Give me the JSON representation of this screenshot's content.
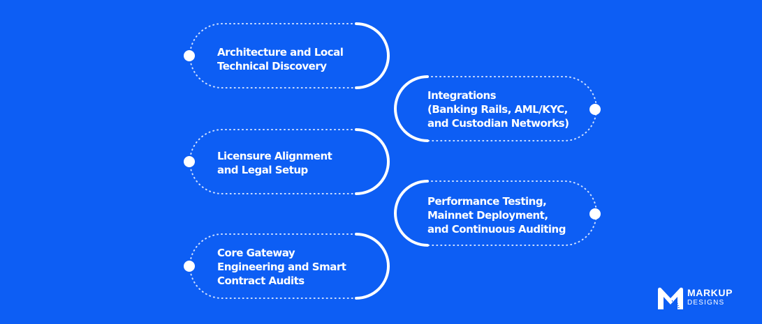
{
  "diagram": {
    "steps": [
      {
        "id": "step-1",
        "side": "left",
        "text": "Architecture and Local\nTechnical Discovery"
      },
      {
        "id": "step-2",
        "side": "right",
        "text": "Integrations\n(Banking Rails, AML/KYC,\nand Custodian Networks)"
      },
      {
        "id": "step-3",
        "side": "left",
        "text": " Licensure Alignment\nand Legal Setup"
      },
      {
        "id": "step-4",
        "side": "right",
        "text": "Performance Testing,\nMainnet Deployment,\nand Continuous Auditing"
      },
      {
        "id": "step-5",
        "side": "left",
        "text": "Core Gateway\nEngineering and Smart\nContract Audits"
      }
    ]
  },
  "colors": {
    "background": "#0d5ef4",
    "line": "#ffffff",
    "dots": "#cfe0ff"
  },
  "logo": {
    "name": "MARKUP",
    "subtitle": "DESIGNS",
    "icon": "markup-m-logo-icon"
  }
}
